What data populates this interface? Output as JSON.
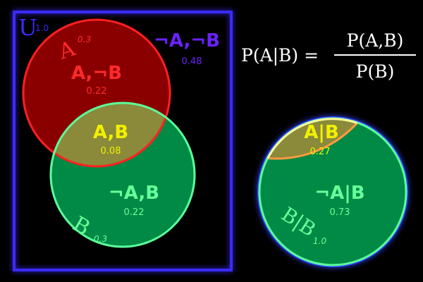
{
  "colors": {
    "background": "#000000",
    "universe_border": "#3b2bff",
    "a_circle": "#ff2020",
    "a_fill": "#8a0000",
    "b_circle": "#5cff9a",
    "b_fill": "#008a45",
    "overlap_fill": "#8a8a3a",
    "red_text": "#ff2a2a",
    "yellow_text": "#f2f000",
    "green_text": "#66ff99",
    "purple_text": "#6a22ff",
    "formula_text": "#ffffff",
    "cond_glow": "#3344ff",
    "cond_overlap_fill": "#8a8a3a",
    "cond_overlap_edge": "#ff9a40",
    "cond_top_edge": "#ffff99"
  },
  "universe": {
    "label": "U",
    "value": "1.0"
  },
  "set_a": {
    "label": "A",
    "value": "0.3"
  },
  "set_b": {
    "label": "B",
    "value": "0.3"
  },
  "regions": {
    "a_not_b": {
      "label": "A,¬B",
      "value": "0.22"
    },
    "a_and_b": {
      "label": "A,B",
      "value": "0.08"
    },
    "not_a_b": {
      "label": "¬A,B",
      "value": "0.22"
    },
    "not_a_not_b": {
      "label": "¬A,¬B",
      "value": "0.48"
    }
  },
  "formula": {
    "lhs": "P(A|B) =",
    "numerator": "P(A,B)",
    "denominator": "P(B)"
  },
  "conditional": {
    "set_label": "B|B",
    "set_value": "1.0",
    "a_given_b": {
      "label": "A|B",
      "value": "0.27"
    },
    "not_a_given_b": {
      "label": "¬A|B",
      "value": "0.73"
    }
  }
}
